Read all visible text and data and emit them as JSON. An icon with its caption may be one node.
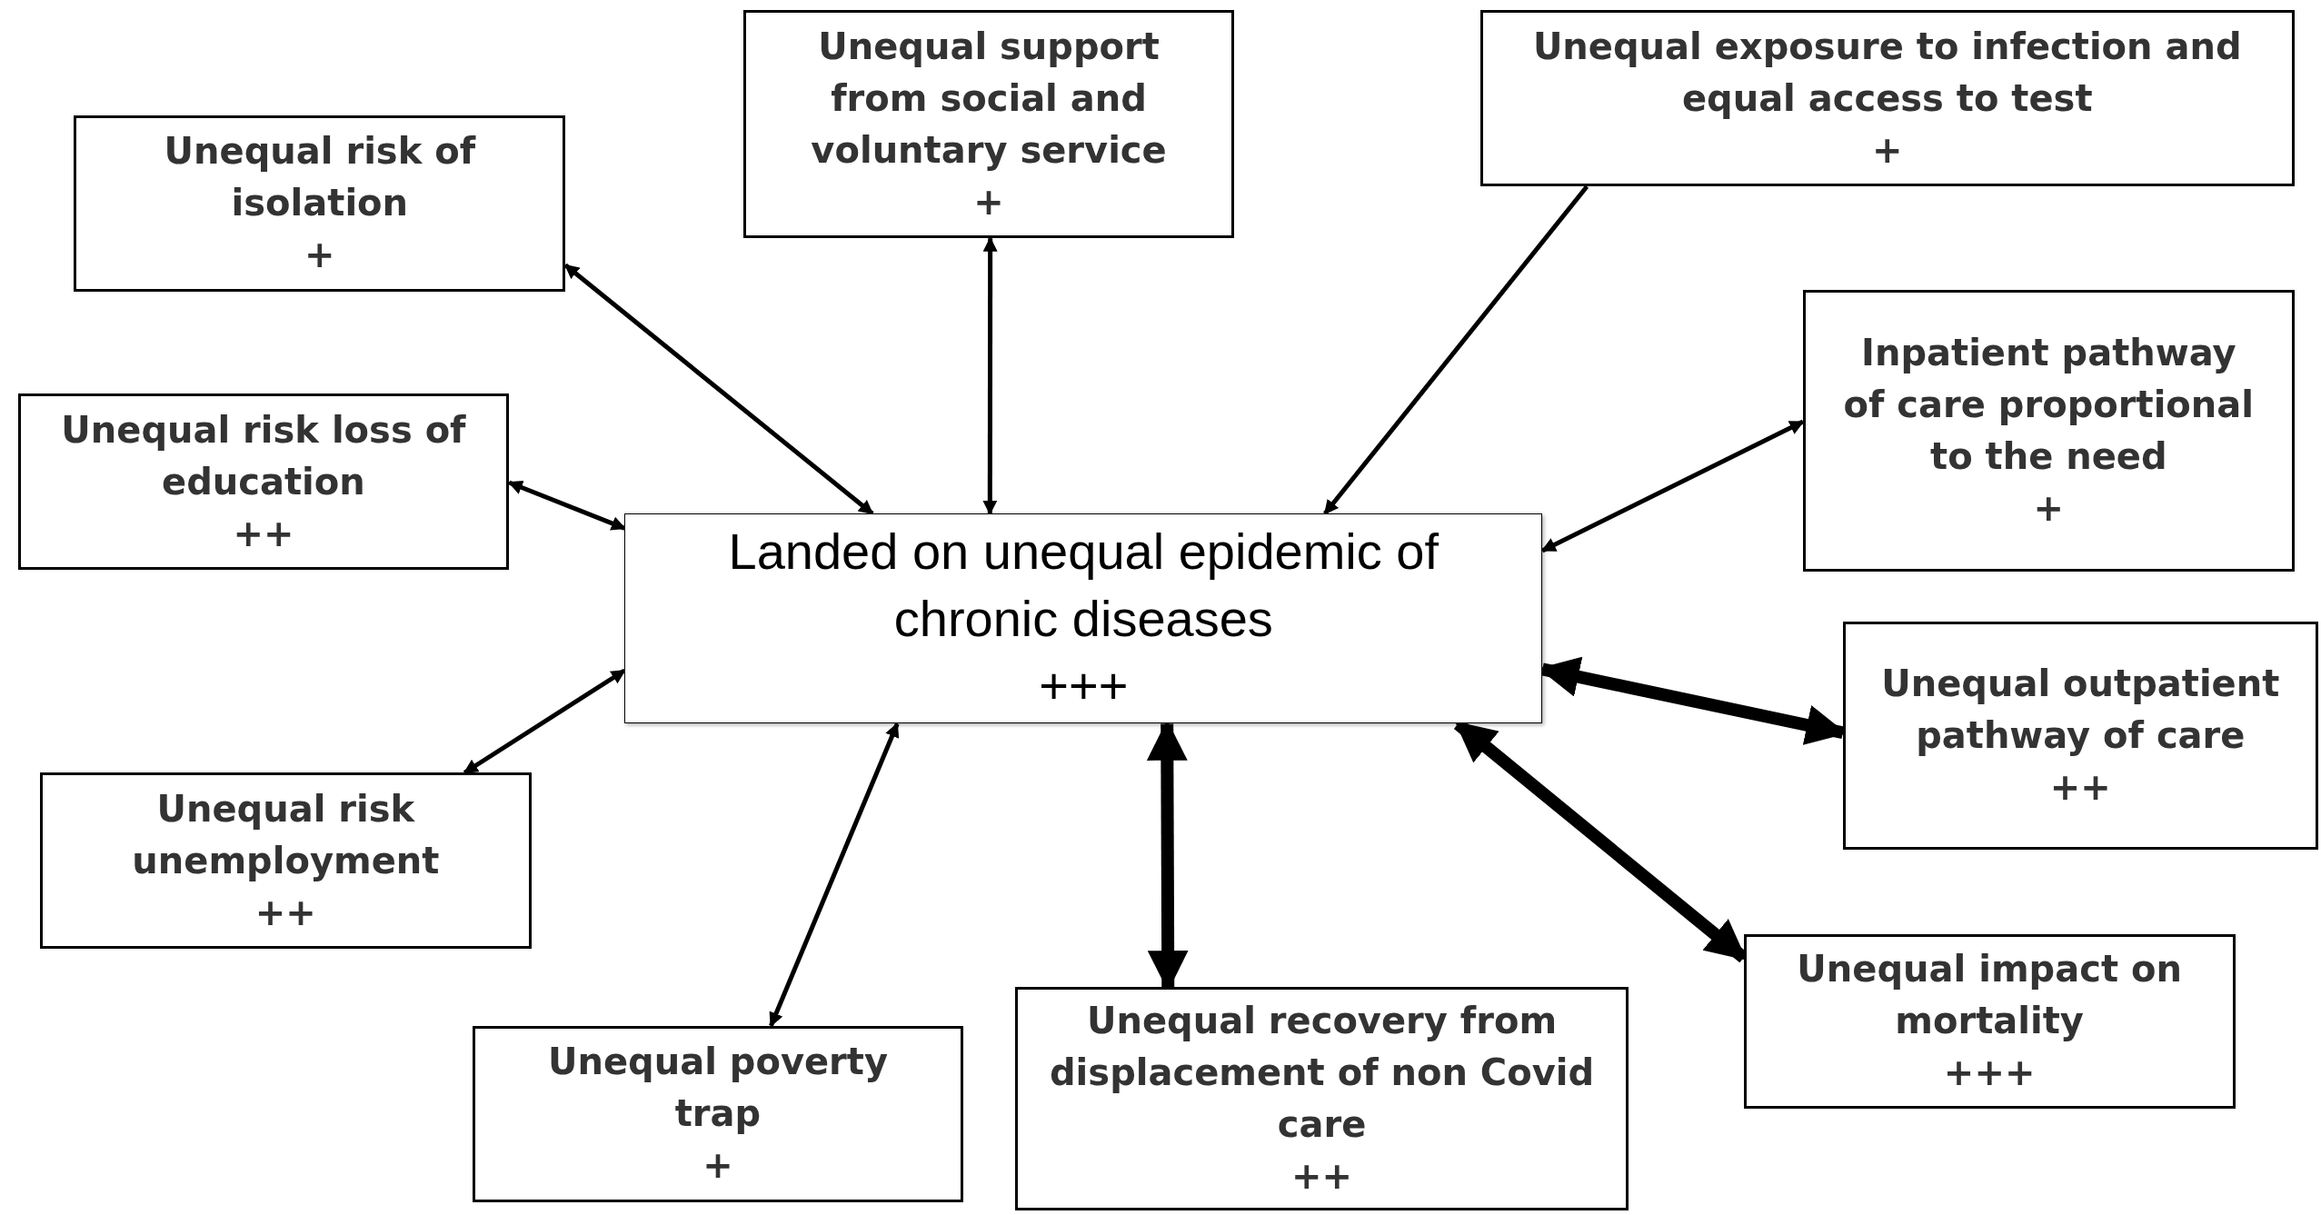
{
  "diagram": {
    "nodes": [
      {
        "text": [
          "Landed on unequal epidemic of chronic diseases",
          "+++"
        ]
      },
      {
        "text": [
          "Unequal risk of isolation",
          "+"
        ]
      },
      {
        "text": [
          "Unequal support from social and voluntary service",
          "+"
        ]
      },
      {
        "text": [
          "Unequal exposure to infection and equal access to test",
          "+"
        ]
      },
      {
        "text": [
          "Inpatient pathway of care proportional to the need",
          "+"
        ]
      },
      {
        "text": [
          "Unequal risk loss of education",
          "++"
        ]
      },
      {
        "text": [
          "Unequal outpatient pathway of care",
          "++"
        ]
      },
      {
        "text": [
          "Unequal risk unemployment",
          "++"
        ]
      },
      {
        "text": [
          "Unequal impact on mortality",
          "+++"
        ]
      },
      {
        "text": [
          "Unequal poverty trap",
          "+"
        ]
      },
      {
        "text": [
          "Unequal recovery from displacement of non Covid care",
          "++"
        ]
      }
    ],
    "edges": [
      {
        "from": 1,
        "to": 0,
        "arrow": "both"
      },
      {
        "from": 2,
        "to": 0,
        "arrow": "both"
      },
      {
        "from": 3,
        "to": 0,
        "arrow": "to"
      },
      {
        "from": 4,
        "to": 0,
        "arrow": "both"
      },
      {
        "from": 5,
        "to": 0,
        "arrow": "both"
      },
      {
        "from": 6,
        "to": 0,
        "arrow": "both",
        "style": "thick"
      },
      {
        "from": 7,
        "to": 0,
        "arrow": "both"
      },
      {
        "from": 8,
        "to": 0,
        "arrow": "both",
        "style": "thick"
      },
      {
        "from": 9,
        "to": 0,
        "arrow": "both"
      },
      {
        "from": 10,
        "to": 0,
        "arrow": "both",
        "style": "thick"
      }
    ]
  }
}
